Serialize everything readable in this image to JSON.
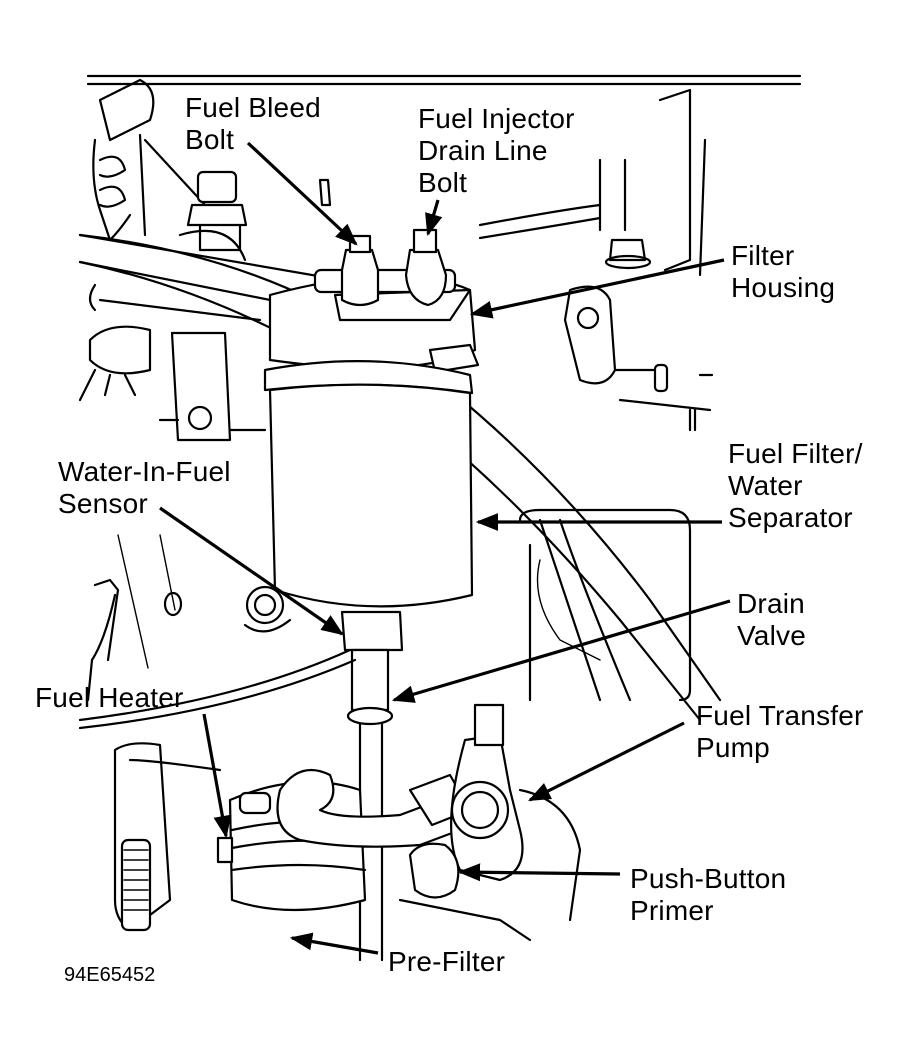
{
  "figure": {
    "id_code": "94E65452",
    "subject": "Fuel filter / water separator assembly",
    "callouts": [
      {
        "key": "fuel-bleed-bolt",
        "lines": [
          "Fuel Bleed",
          "Bolt"
        ]
      },
      {
        "key": "fuel-injector-drain-line-bolt",
        "lines": [
          "Fuel Injector",
          "Drain Line",
          "Bolt"
        ]
      },
      {
        "key": "filter-housing",
        "lines": [
          "Filter",
          "Housing"
        ]
      },
      {
        "key": "fuel-filter-water-separator",
        "lines": [
          "Fuel Filter/",
          "Water",
          "Separator"
        ]
      },
      {
        "key": "water-in-fuel-sensor",
        "lines": [
          "Water-In-Fuel",
          "Sensor"
        ]
      },
      {
        "key": "drain-valve",
        "lines": [
          "Drain",
          "Valve"
        ]
      },
      {
        "key": "fuel-heater",
        "lines": [
          "Fuel Heater"
        ]
      },
      {
        "key": "fuel-transfer-pump",
        "lines": [
          "Fuel Transfer",
          "Pump"
        ]
      },
      {
        "key": "push-button-primer",
        "lines": [
          "Push-Button",
          "Primer"
        ]
      },
      {
        "key": "pre-filter",
        "lines": [
          "Pre-Filter"
        ]
      }
    ]
  },
  "colors": {
    "ink": "#000000",
    "paper": "#ffffff"
  }
}
